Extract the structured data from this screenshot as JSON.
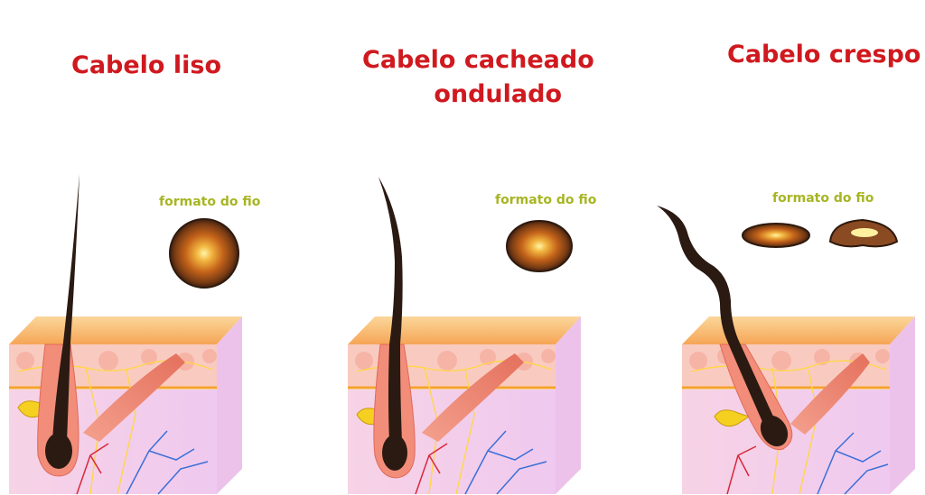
{
  "panels": [
    {
      "title_lines": [
        "Cabelo liso"
      ],
      "shape_label": "formato do fio"
    },
    {
      "title_lines": [
        "Cabelo cacheado",
        "ondulado"
      ],
      "shape_label": "formato do fio"
    },
    {
      "title_lines": [
        "Cabelo crespo"
      ],
      "shape_label": "formato do fio"
    }
  ],
  "colors": {
    "title": "#d0191f",
    "shape_label": "#a7b523",
    "skin_top": "#f9b86a",
    "epidermis": "#fad0c8",
    "dermis": "#f6d6ef",
    "hair": "#2a1a12",
    "follicle": "#f28d7a",
    "nerve": "#ffd64a",
    "artery": "#d8283a",
    "vein": "#3a6fd8"
  }
}
